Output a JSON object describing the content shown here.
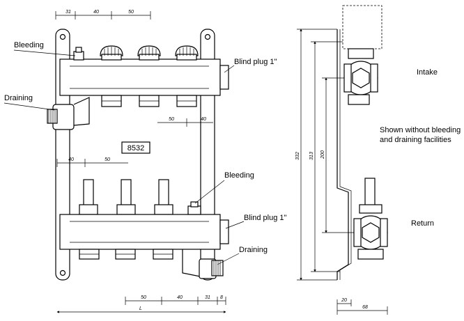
{
  "labels": {
    "bleeding_top": "Bleeding",
    "draining_left": "Draining",
    "blind_plug_top": "Blind plug 1\"",
    "model": "8532",
    "bleeding_bottom": "Bleeding",
    "blind_plug_bottom": "Blind plug 1\"",
    "draining_bottom": "Draining",
    "intake": "Intake",
    "note_line1": "Shown without bleeding",
    "note_line2": "and draining facilities",
    "return": "Return"
  },
  "dimensions": {
    "top_31": "31",
    "top_40": "40",
    "top_50": "50",
    "mid_50": "50",
    "mid_40": "40",
    "lower_40": "40",
    "lower_50": "50",
    "bottom_50": "50",
    "bottom_40": "40",
    "bottom_31": "31",
    "bottom_8": "8",
    "bottom_L": "L",
    "side_332": "332",
    "side_313": "313",
    "side_200": "200",
    "side_20": "20",
    "side_68": "68"
  }
}
